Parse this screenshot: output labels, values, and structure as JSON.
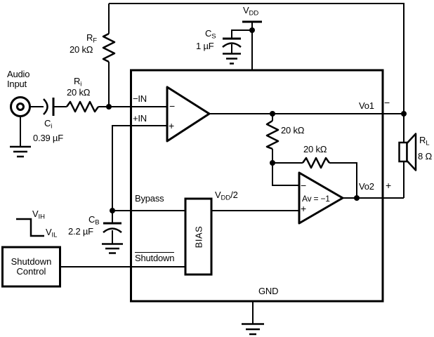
{
  "schematic": {
    "input": {
      "line1": "Audio",
      "line2": "Input"
    },
    "components": {
      "ci": {
        "ref": "C",
        "sub": "i",
        "value": "0.39 µF"
      },
      "ri": {
        "ref": "R",
        "sub": "i",
        "value": "20 kΩ"
      },
      "rf": {
        "ref": "R",
        "sub": "F",
        "value": "20 kΩ"
      },
      "cs": {
        "ref": "C",
        "sub": "S",
        "value": "1 µF"
      },
      "cb": {
        "ref": "C",
        "sub": "B",
        "value": "2.2 µF"
      },
      "rl": {
        "ref": "R",
        "sub": "L",
        "value": "8 Ω"
      },
      "r1": {
        "value": "20 kΩ"
      },
      "r2": {
        "value": "20 kΩ"
      }
    },
    "supply": {
      "vdd": {
        "ref": "V",
        "sub": "DD"
      },
      "vdd_half": {
        "ref": "V",
        "sub": "DD",
        "suffix": "/2"
      }
    },
    "pins": {
      "neg_in": "−IN",
      "pos_in": "+IN",
      "bypass": "Bypass",
      "shutdown": "Shutdown",
      "gnd": "GND",
      "vo1": "Vo1",
      "vo2": "Vo2"
    },
    "amp": {
      "minus": "−",
      "plus": "+",
      "gain": "Av = −1"
    },
    "speaker": {
      "neg": "−",
      "pos": "+"
    },
    "bias": {
      "label": "BIAS"
    },
    "shutdown_control": {
      "line1": "Shutdown",
      "line2": "Control"
    },
    "logic": {
      "vih": {
        "ref": "V",
        "sub": "IH"
      },
      "vil": {
        "ref": "V",
        "sub": "IL"
      }
    }
  }
}
